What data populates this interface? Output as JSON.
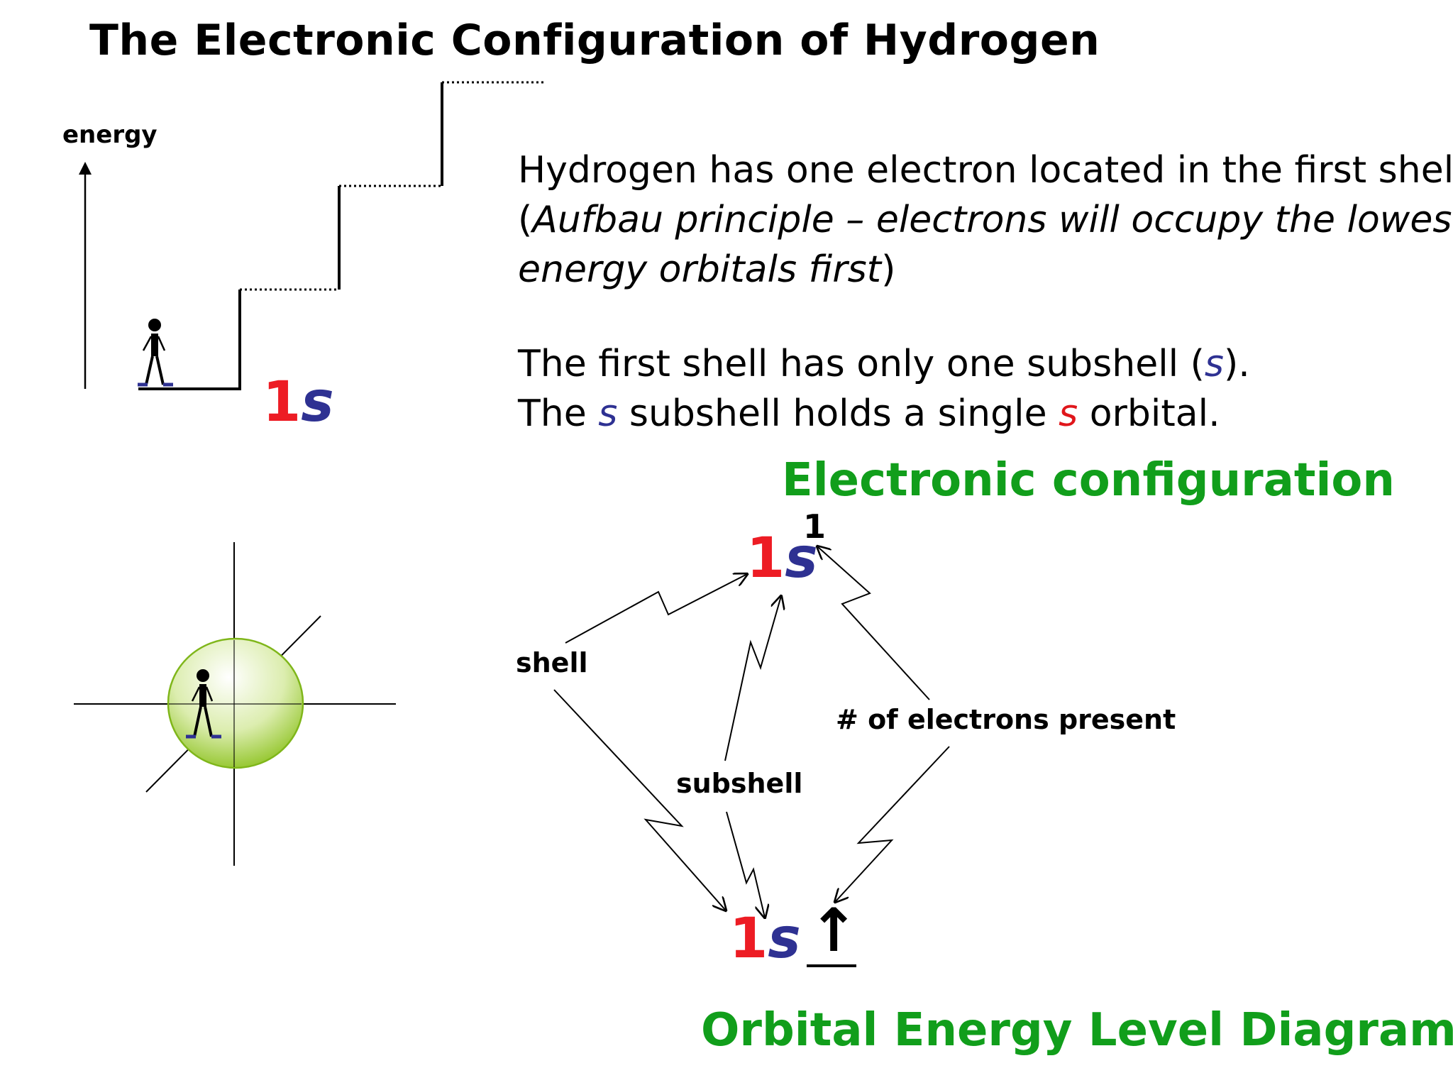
{
  "title": "The Electronic Configuration of Hydrogen",
  "energy_axis_label": "energy",
  "paragraph1": {
    "line1": "Hydrogen has one electron located in the first shell.",
    "line2_open": "(",
    "line2_italic": "Aufbau principle – electrons will occupy the lowest",
    "line3_italic": "energy orbitals first",
    "line3_close": ")"
  },
  "paragraph2": {
    "line1_pre": "The first shell has only one subshell (",
    "line1_s": "s",
    "line1_post": ").",
    "line2_pre": "The ",
    "line2_s1": "s",
    "line2_mid": " subshell holds a single ",
    "line2_s2": "s",
    "line2_post": " orbital."
  },
  "staircase_label": {
    "number": "1",
    "letter": "s"
  },
  "config_heading": "Electronic configuration",
  "config_notation": {
    "number": "1",
    "letter": "s",
    "superscript": "1"
  },
  "labels": {
    "shell": "shell",
    "subshell": "subshell",
    "electrons_present": "# of electrons present"
  },
  "orbital_diagram": {
    "number": "1",
    "letter": "s",
    "electron_arrow": "↑"
  },
  "orbital_heading": "Orbital Energy Level Diagram",
  "colors": {
    "number_red": "#ed1c24",
    "letter_blue": "#2e3192",
    "heading_green": "#119e1b",
    "sphere_green": "#a6d235"
  }
}
